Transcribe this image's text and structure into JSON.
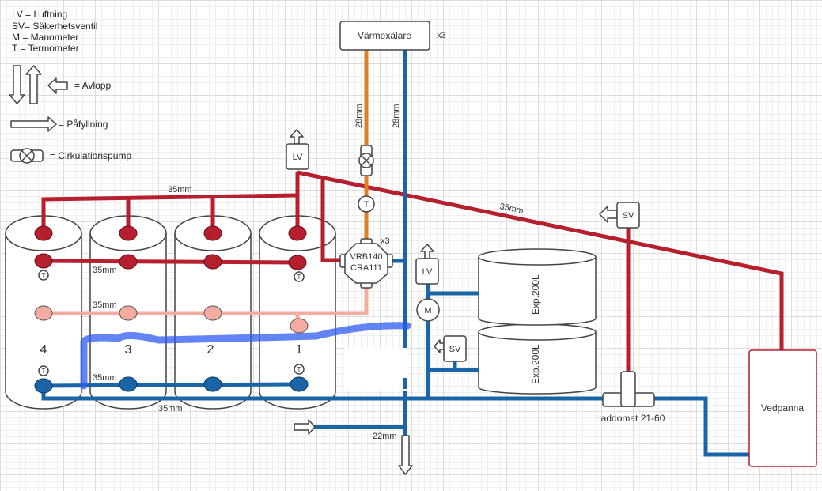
{
  "legend": {
    "lines": [
      "LV = Luftning",
      "SV= Säkerhetsventil",
      "M = Manometer",
      "T = Termometer"
    ],
    "avlopp": "= Avlopp",
    "pafyllning": "= Påfyllning",
    "pump": "= Cirkulationspump"
  },
  "components": {
    "heat_exchanger": {
      "label": "Värmexälare",
      "qty": "x3"
    },
    "valve": {
      "line1": "VRB140",
      "line2": "CRA111",
      "qty": "x3"
    },
    "boiler": {
      "label": "Vedpanna"
    },
    "laddomat": {
      "label": "Laddomat  21-60"
    },
    "expansion_tanks": [
      {
        "label": "Exp.200L"
      },
      {
        "label": "Exp.200L"
      }
    ],
    "lv": "LV",
    "sv": "SV",
    "m": "M",
    "t": "T"
  },
  "accumulator_tanks": [
    {
      "number": "4"
    },
    {
      "number": "3"
    },
    {
      "number": "2"
    },
    {
      "number": "1"
    }
  ],
  "pipe_dimensions": {
    "top_header": "35mm",
    "top_row": "35mm",
    "middle_row": "35mm",
    "bottom_row": "35mm",
    "bottom_return": "35mm",
    "boiler_supply": "35mm",
    "hx_supply": "28mm",
    "hx_return": "28mm",
    "fill_drain": "22mm"
  },
  "colors": {
    "hot": "#b51f2e",
    "cold": "#1a65a8",
    "warm": "#f4aba0",
    "orange": "#e07d28",
    "scribble": "#2f5bf0"
  }
}
